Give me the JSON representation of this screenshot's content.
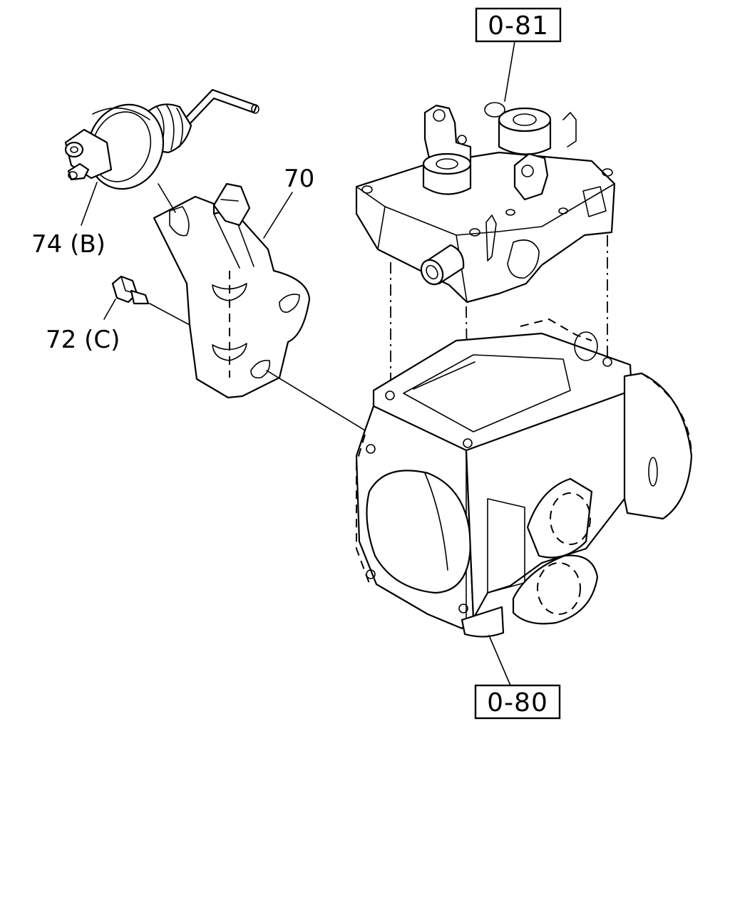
{
  "references": {
    "top": "0-81",
    "bottom": "0-80"
  },
  "callouts": {
    "bracket": "70",
    "actuator": "74 (B)",
    "bolt": "72 (C)"
  }
}
